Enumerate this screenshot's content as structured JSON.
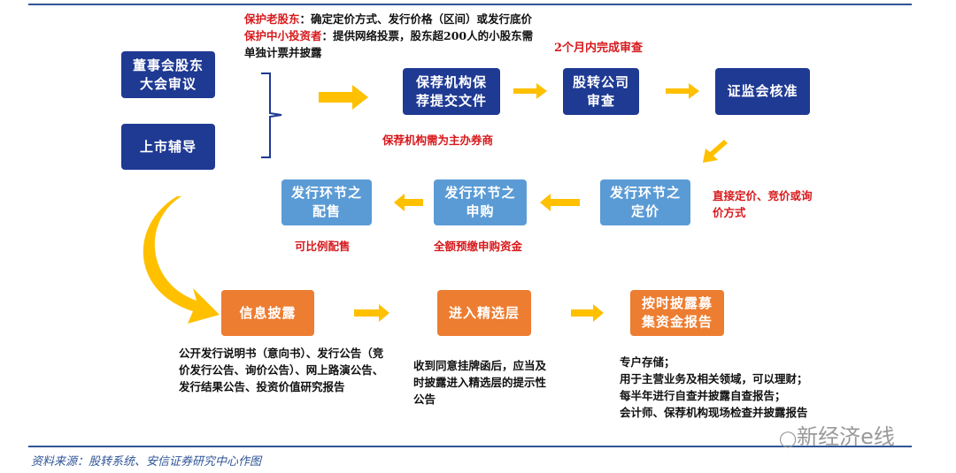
{
  "top_notes": {
    "old_label": "保护老股东",
    "old_text": "：确定定价方式、发行价格（区间）或发行底价",
    "small_label": "保护中小投资者",
    "small_text": "：提供网络投票，股东超200人的小股东需单独计票并披露"
  },
  "row1": {
    "board": "董事会股东大会审议",
    "tutoring": "上市辅导",
    "sponsor": "保荐机构保荐提交文件",
    "neeq": "股转公司审查",
    "csrc": "证监会核准",
    "sponsor_note": "保荐机构需为主办券商",
    "review_note": "2个月内完成审查"
  },
  "row2": {
    "pricing": "发行环节之定价",
    "subscription": "发行环节之申购",
    "allotment": "发行环节之配售",
    "pricing_note": "直接定价、竞价或询价方式",
    "subscription_note": "全额预缴申购资金",
    "allotment_note": "可比例配售"
  },
  "row3": {
    "disclosure": "信息披露",
    "select_tier": "进入精选层",
    "funds_report": "按时披露募集资金报告",
    "disclosure_note": "公开发行说明书（意向书）、发行公告（竞价发行公告、询价公告）、网上路演公告、发行结果公告、投资价值研究报告",
    "select_note": "收到同意挂牌函后，应当及时披露进入精选层的提示性公告",
    "funds_note": [
      "专户存储；",
      "用于主营业务及相关领域，可以理财；",
      "每半年进行自查并披露自查报告；",
      "会计师、保荐机构现场检查并披露报告"
    ]
  },
  "source": "资料来源：股转系统、安信证券研究中心作图",
  "watermark": "新经济e线",
  "colors": {
    "dark_blue": "#1f3a93",
    "light_blue": "#5b9bd5",
    "orange": "#ed7d31",
    "arrow": "#ffc000",
    "red": "#d7191c"
  }
}
